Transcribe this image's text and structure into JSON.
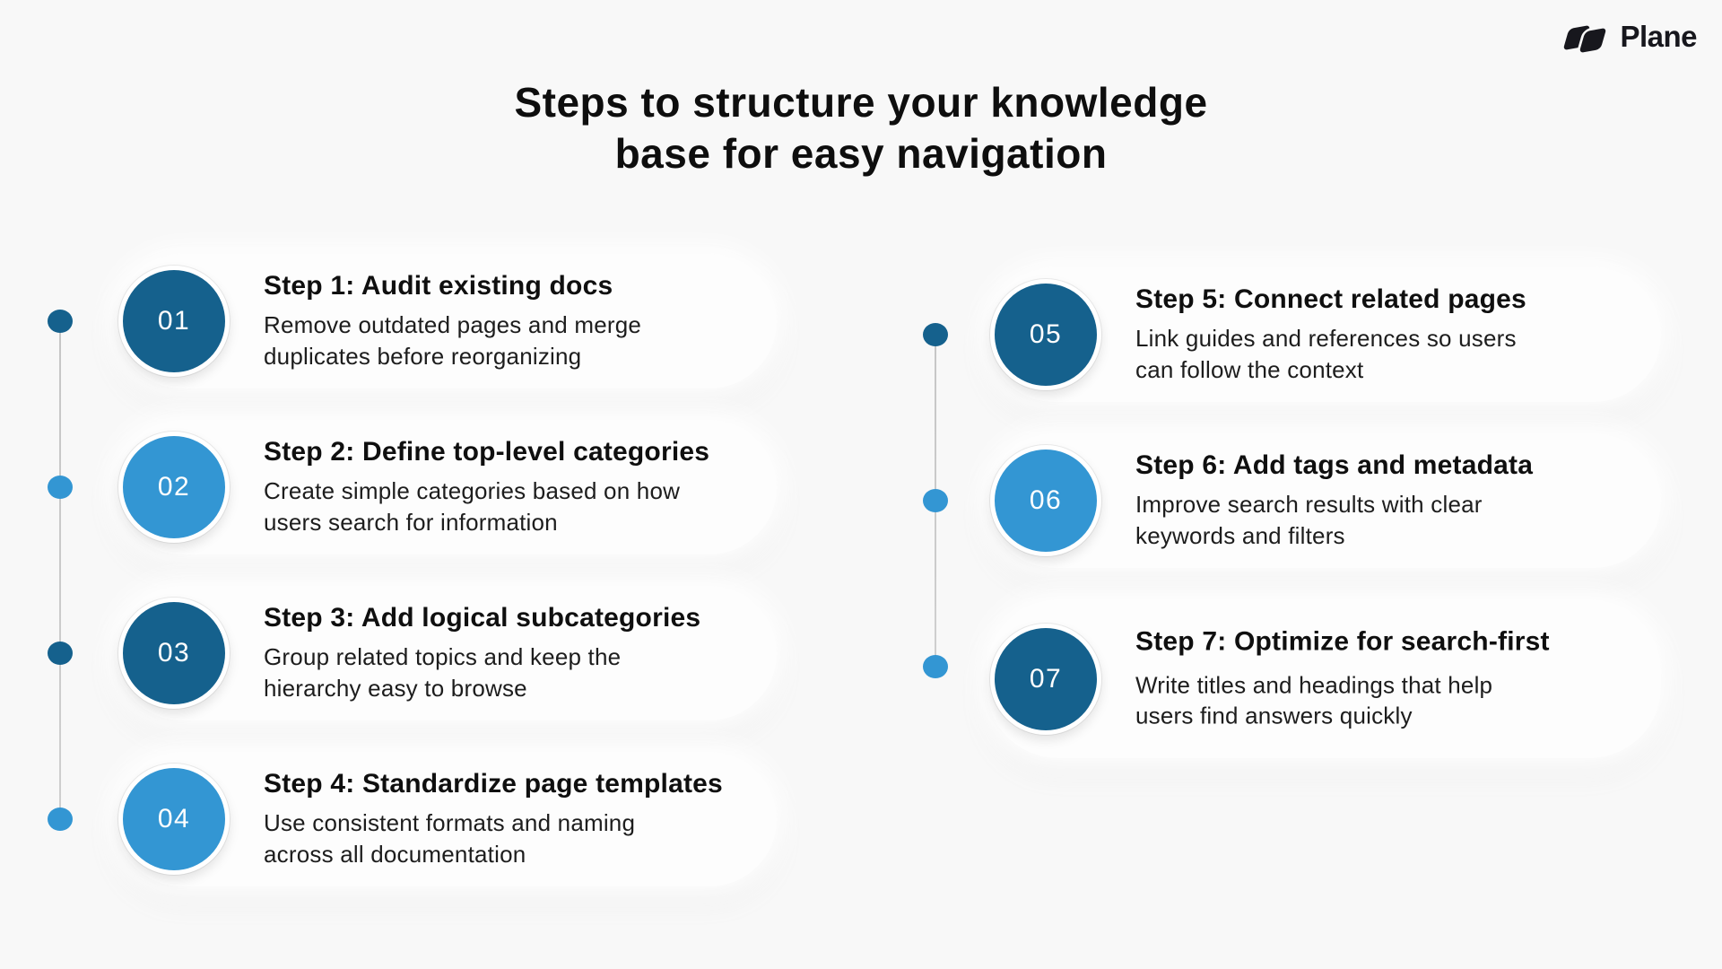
{
  "brand": {
    "name": "Plane",
    "logo_icon": "plane-pages-logo-icon"
  },
  "title": "Steps to structure your knowledge\nbase for easy navigation",
  "colors": {
    "background": "#f8f8f8",
    "card": "#fdfdfd",
    "dark_blue": "#15618d",
    "light_blue": "#3396d3",
    "timeline_line": "#c9c9c9",
    "heading_text": "#0e0e0e",
    "body_text": "#1d1d1d"
  },
  "steps": [
    {
      "number": "01",
      "variant": "dark",
      "dot": "dark",
      "title": "Step 1: Audit existing docs",
      "description": "Remove outdated pages and merge\nduplicates before reorganizing"
    },
    {
      "number": "02",
      "variant": "light",
      "dot": "light",
      "title": "Step 2: Define top-level categories",
      "description": "Create simple categories based on how\nusers search for information"
    },
    {
      "number": "03",
      "variant": "dark",
      "dot": "dark",
      "title": "Step 3: Add logical subcategories",
      "description": "Group related topics and keep the\nhierarchy easy to browse"
    },
    {
      "number": "04",
      "variant": "light",
      "dot": "light",
      "title": "Step 4: Standardize page templates",
      "description": "Use consistent formats and naming\nacross all documentation"
    },
    {
      "number": "05",
      "variant": "dark",
      "dot": "dark",
      "title": "Step 5: Connect related pages",
      "description": "Link guides and references so users\ncan follow the context"
    },
    {
      "number": "06",
      "variant": "light",
      "dot": "light",
      "title": "Step 6: Add tags and metadata",
      "description": "Improve search results with clear\nkeywords and filters"
    },
    {
      "number": "07",
      "variant": "dark",
      "dot": "light",
      "title": "Step 7: Optimize for search-first",
      "description": "Write titles and headings that help\nusers find answers quickly"
    }
  ]
}
